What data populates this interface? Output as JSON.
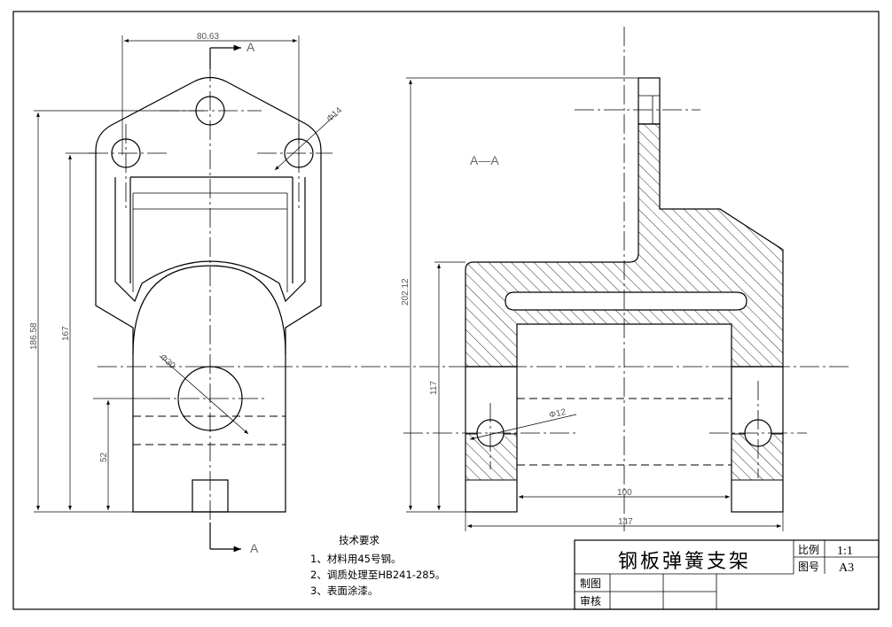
{
  "drawing": {
    "section_marker": "A",
    "section_view_label": "A—A",
    "dimensions": {
      "top_width": "80.63",
      "hole_small": "Φ14",
      "bore_large": "Φ30",
      "hole_side": "Φ12",
      "overall_height_left": "186.58",
      "height_167": "167",
      "height_52": "52",
      "overall_height_right": "202.12",
      "height_117": "117",
      "inner_width": "100",
      "overall_width": "147"
    }
  },
  "notes": {
    "heading": "技术要求",
    "items": [
      "1、材料用45号钢。",
      "2、调质处理至HB241-285。",
      "3、表面涂漆。"
    ]
  },
  "title_block": {
    "title": "钢板弹簧支架",
    "scale_label": "比例",
    "scale_value": "1:1",
    "drawing_no_label": "图号",
    "drawing_no_value": "A3",
    "drawn_label": "制图",
    "review_label": "审核"
  }
}
